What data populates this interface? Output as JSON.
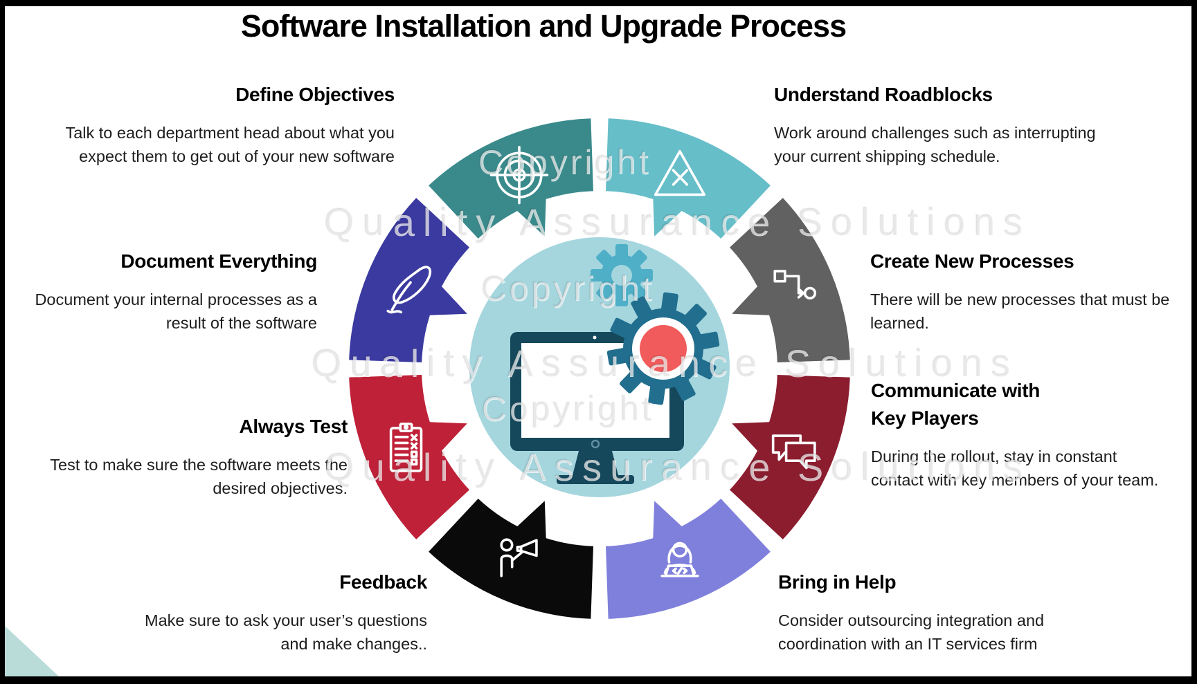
{
  "page": {
    "title": "Software Installation and Upgrade Process"
  },
  "watermark": {
    "copyright": "Copyright",
    "brand": "Quality Assurance Solutions"
  },
  "steps": [
    {
      "id": "define-objectives",
      "title": "Define Objectives",
      "desc": [
        "Talk to each department head about what you",
        "expect them to get out of your new software"
      ],
      "color": "#3a8a8c",
      "icon": "target-icon"
    },
    {
      "id": "understand-roadblocks",
      "title": "Understand Roadblocks",
      "desc": [
        "Work around challenges such as interrupting",
        "your current shipping schedule."
      ],
      "color": "#66bec9",
      "icon": "warning-triangle-icon"
    },
    {
      "id": "document-everything",
      "title": "Document Everything",
      "desc": [
        "Document your internal processes as a",
        "result of the software"
      ],
      "color": "#3b3aa0",
      "icon": "feather-pen-icon"
    },
    {
      "id": "create-new-processes",
      "title": "Create New Processes",
      "desc": [
        "There will be new processes that must be",
        "learned."
      ],
      "color": "#616161",
      "icon": "process-flow-icon"
    },
    {
      "id": "always-test",
      "title": "Always Test",
      "desc": [
        "Test to make sure the software meets the",
        "desired objectives."
      ],
      "color": "#bf2138",
      "icon": "test-checklist-icon"
    },
    {
      "id": "communicate-with-key-players",
      "title": "Communicate with\nKey Players",
      "desc": [
        "During the rollout, stay in constant",
        "contact with key members of your team."
      ],
      "color": "#8b1d2f",
      "icon": "chat-bubbles-icon"
    },
    {
      "id": "feedback",
      "title": "Feedback",
      "desc": [
        "Make sure to ask your user’s questions",
        "and make changes.."
      ],
      "color": "#0a0a0a",
      "icon": "megaphone-person-icon"
    },
    {
      "id": "bring-in-help",
      "title": "Bring in Help",
      "desc": [
        "Consider outsourcing integration and",
        "coordination with an IT services firm"
      ],
      "color": "#7f80db",
      "icon": "developer-woman-icon"
    }
  ],
  "center_graphic": {
    "circle_color": "#a5d6de",
    "monitor_color": "#16485c",
    "screen_color": "#ffffff",
    "small_gear_color": "#4fafc7",
    "large_gear_color": "#216e8e",
    "gear_ring_color": "#ffffff",
    "gear_dot_color": "#f15b5b"
  },
  "frame": {
    "border_color": "#000000",
    "corner_triangle_color": "#b9dcd9"
  }
}
